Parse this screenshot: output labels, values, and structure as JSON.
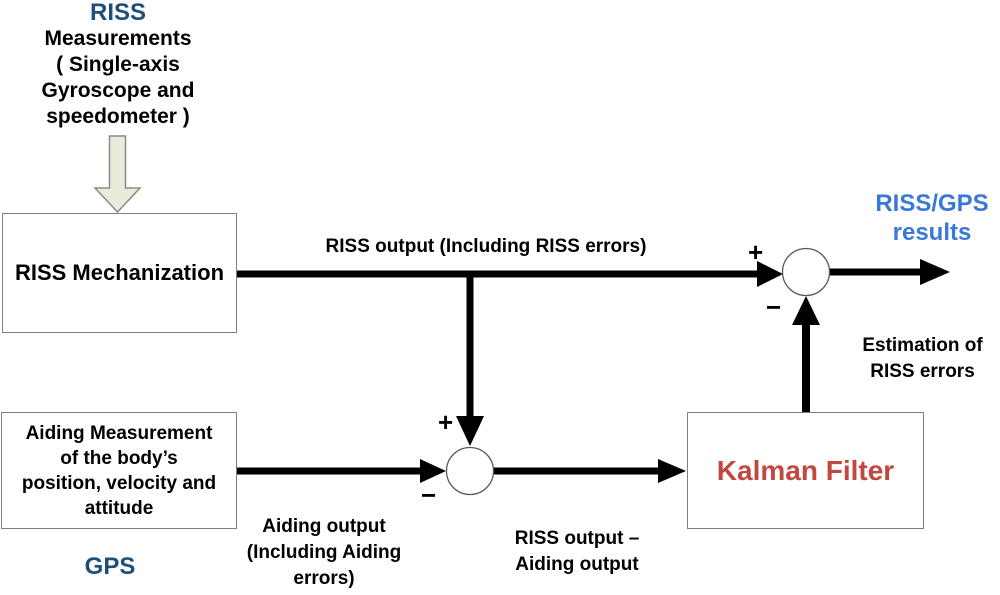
{
  "colors": {
    "navy_blue": "#1f4e79",
    "bright_blue": "#3a78d8",
    "kalman_red": "#c2473f",
    "line_black": "#000000",
    "box_border_gray": "#7f7f7f",
    "block_arrow_fill": "#e8ecd9",
    "block_arrow_stroke": "#8a8a8a",
    "junction_stroke": "#595959"
  },
  "riss_source": {
    "title": "RISS",
    "lines": [
      "Measurements",
      "( Single-axis",
      "Gyroscope and",
      "speedometer )"
    ]
  },
  "nodes": {
    "riss_mech": {
      "label": "RISS Mechanization"
    },
    "gps": {
      "lines": [
        "Aiding Measurement",
        "of the body’s",
        "position, velocity and",
        "attitude"
      ],
      "caption": "GPS"
    },
    "kalman": {
      "label": "Kalman Filter"
    }
  },
  "labels": {
    "riss_output": "RISS output (Including RISS errors)",
    "estimation": {
      "lines": [
        "Estimation of",
        "RISS errors"
      ]
    },
    "aiding_output": {
      "lines": [
        "Aiding output",
        "(Including Aiding",
        "errors)"
      ]
    },
    "riss_minus_aiding": {
      "lines": [
        "RISS output –",
        "Aiding output"
      ]
    },
    "results": {
      "lines": [
        "RISS/GPS",
        "results"
      ]
    }
  },
  "signs": {
    "plus": "+",
    "minus": "−"
  }
}
